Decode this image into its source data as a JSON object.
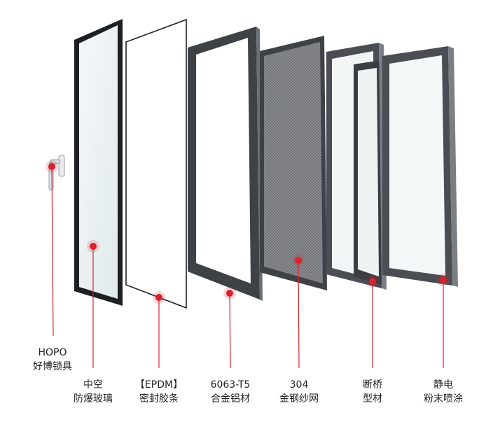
{
  "colors": {
    "frame_dark": "#3b3f44",
    "frame_mid": "#5a5f66",
    "glass": "#eef3f5",
    "marker": "#d8242f",
    "line": "#d8242f"
  },
  "components": [
    {
      "id": "handle",
      "line1": "HOPO",
      "line2": "好博锁具"
    },
    {
      "id": "glass",
      "line1": "中空",
      "line2": "防爆玻璃"
    },
    {
      "id": "seal",
      "line1": "【EPDM】",
      "line2": "密封胶条"
    },
    {
      "id": "profile",
      "line1": "6063-T5",
      "line2": "合金铝材"
    },
    {
      "id": "screen",
      "line1": "304",
      "line2": "金钢纱网"
    },
    {
      "id": "bridge",
      "line1": "断桥",
      "line2": "型材"
    },
    {
      "id": "coating",
      "line1": "静电",
      "line2": "粉末喷涂"
    }
  ]
}
